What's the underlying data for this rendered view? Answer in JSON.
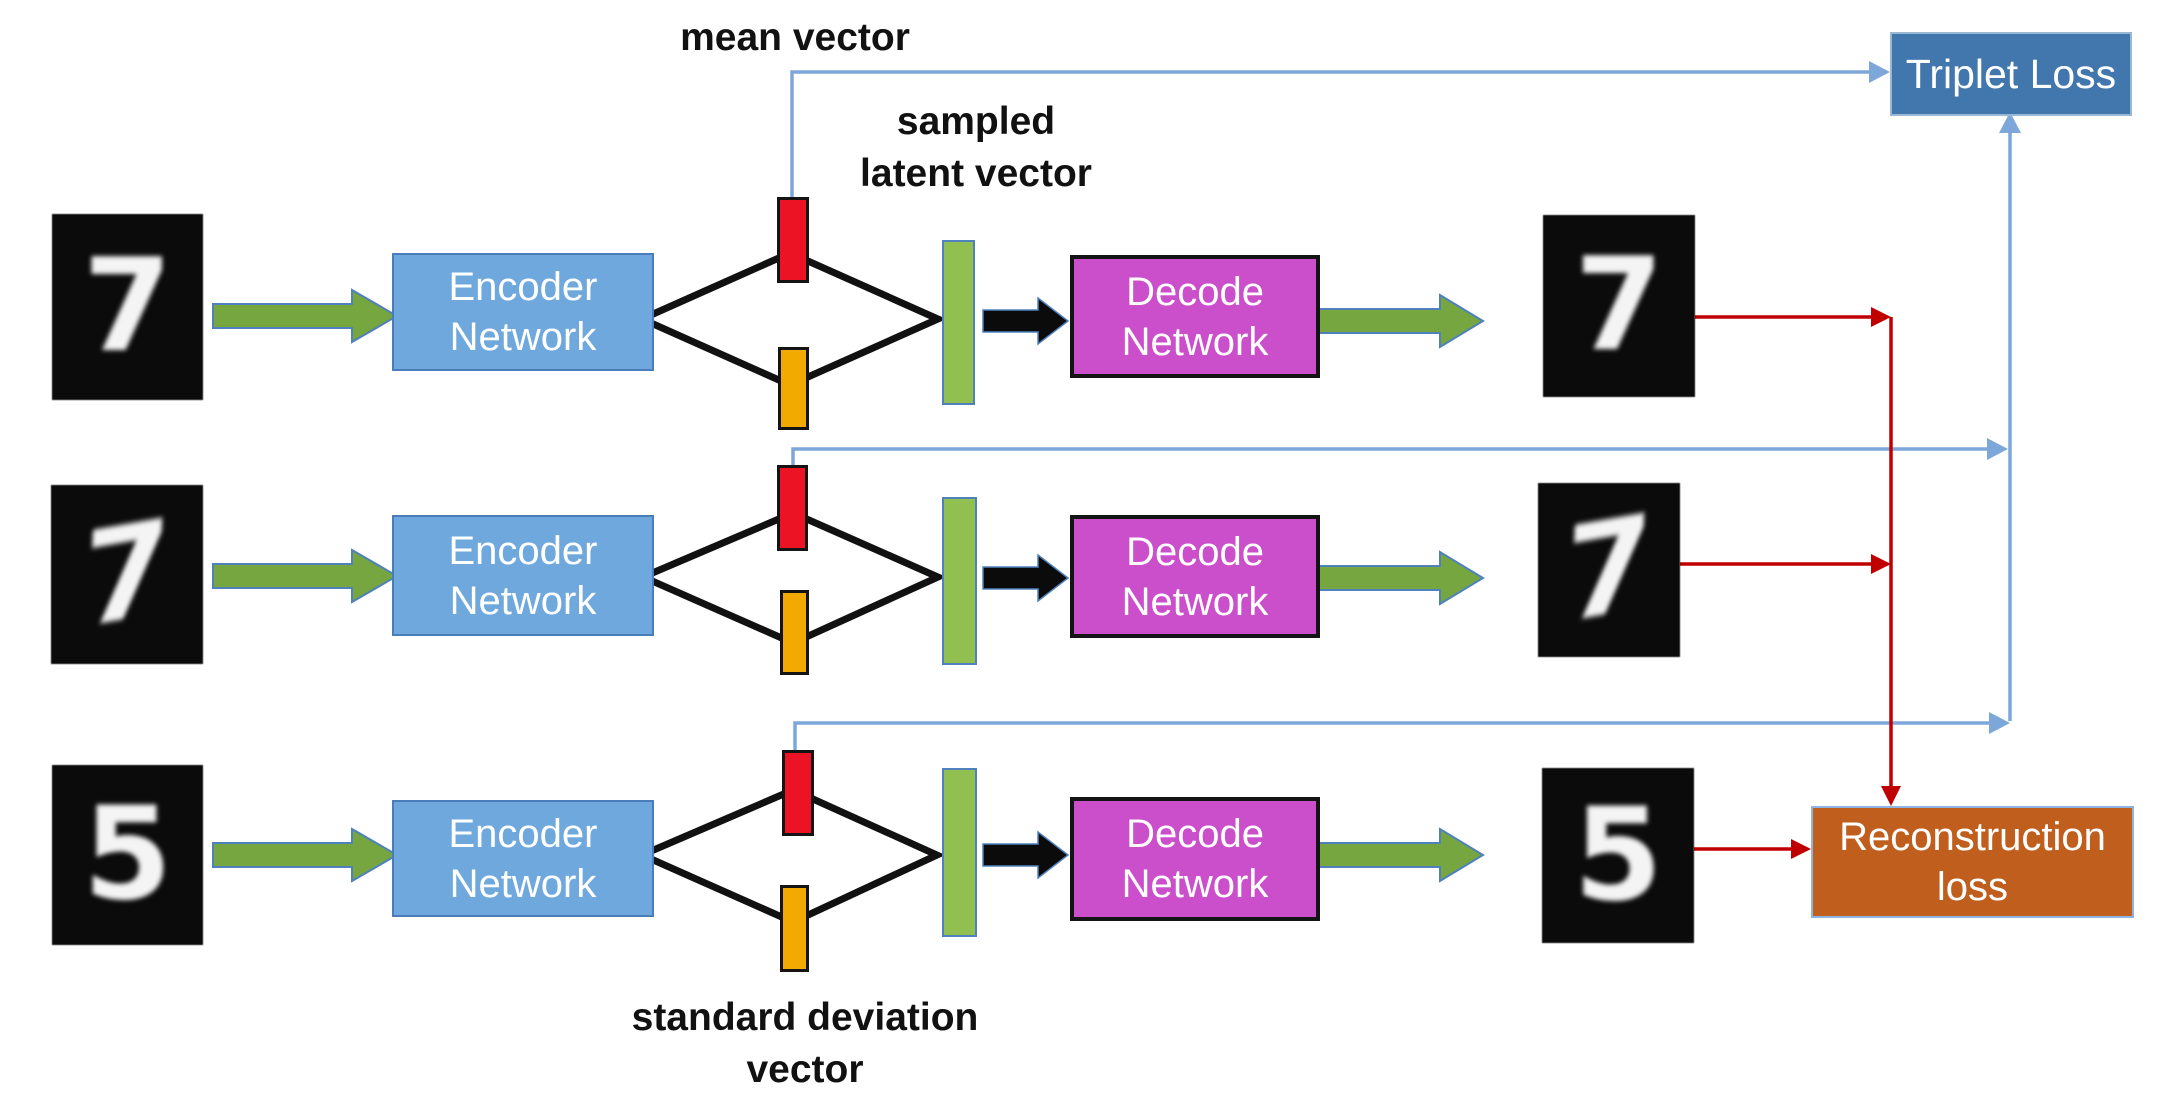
{
  "diagram": {
    "title_hint": "variational autoencoder with triplet loss",
    "labels": {
      "mean_vector": "mean vector",
      "sampled_line1": "sampled",
      "sampled_line2": "latent vector",
      "stddev_line1": "standard deviation",
      "stddev_line2": "vector"
    },
    "boxes": {
      "encoder_line1": "Encoder",
      "encoder_line2": "Network",
      "decode_line1": "Decode",
      "decode_line2": "Network",
      "triplet_loss": "Triplet Loss",
      "recon_line1": "Reconstruction",
      "recon_line2": "loss"
    },
    "rows": [
      {
        "input_digit": "7",
        "output_digit": "7"
      },
      {
        "input_digit": "7",
        "output_digit": "7"
      },
      {
        "input_digit": "5",
        "output_digit": "5"
      }
    ],
    "colors": {
      "encoder_fill": "#6fa8dc",
      "decode_fill": "#cb4ecb",
      "triplet_fill": "#4277ae",
      "recon_fill": "#bf5e1d",
      "green_arrow": "#76a63f",
      "black_arrow": "#0b0b0b",
      "mean_bar_red": "#ec1424",
      "std_bar_orange": "#f2a900",
      "latent_bar_green": "#92c050",
      "connector_blue": "#7da7d8",
      "connector_red": "#c00000"
    }
  }
}
